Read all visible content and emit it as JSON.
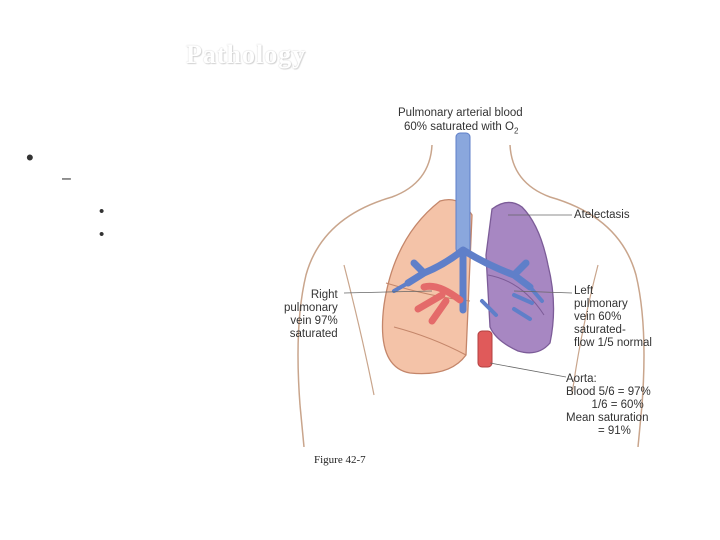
{
  "slide": {
    "title": "Pathology",
    "bullets": [
      {
        "level": 1,
        "marker": "•",
        "text": ""
      },
      {
        "level": 2,
        "marker": "–",
        "text": ""
      },
      {
        "level": 3,
        "marker": "•",
        "text": ""
      },
      {
        "level": 3,
        "marker": "•",
        "text": ""
      }
    ]
  },
  "figure": {
    "labels": {
      "top_line1": "Pulmonary arterial blood",
      "top_line2": "60% saturated with O",
      "top_sub": "2",
      "atelectasis": "Atelectasis",
      "right_vein": "Right\npulmonary\nvein 97%\nsaturated",
      "left_vein": "Left\npulmonary\nvein 60%\nsaturated-\nflow 1/5 normal",
      "aorta": "Aorta:\nBlood 5/6 = 97%\n        1/6 = 60%\nMean saturation\n          = 91%"
    },
    "colors": {
      "right_lung": "#f4c3a8",
      "left_lung": "#a787c2",
      "vessels_blue": "#5f7fc9",
      "vessels_red": "#e46a6a",
      "aorta_red": "#e05a5a"
    },
    "caption": "Figure 42-7"
  }
}
